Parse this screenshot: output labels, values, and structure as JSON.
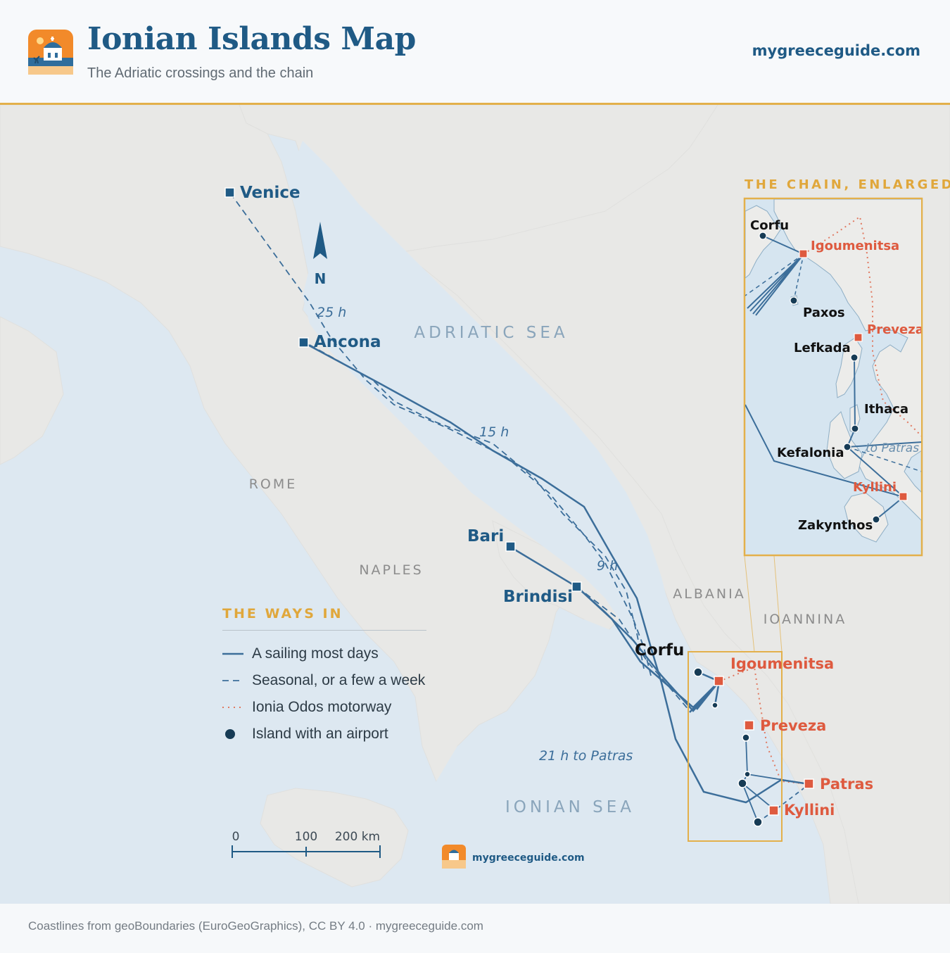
{
  "header": {
    "title": "Ionian Islands Map",
    "subtitle": "The Adriatic crossings and the chain",
    "site": "mygreeceguide.com"
  },
  "colors": {
    "title": "#1f5a85",
    "route": "#3c6e9a",
    "port_red": "#de5a3f",
    "accent": "#e0a73b",
    "sea": "#dde8f1",
    "land": "#e9e9e7"
  },
  "map": {
    "compass_label": "N",
    "seas": {
      "adriatic": "ADRIATIC SEA",
      "ionian": "IONIAN SEA"
    },
    "regions": {
      "rome": "ROME",
      "naples": "NAPLES",
      "albania": "ALBANIA",
      "ioannina": "IOANNINA"
    },
    "ports_italy": {
      "venice": "Venice",
      "ancona": "Ancona",
      "bari": "Bari",
      "brindisi": "Brindisi"
    },
    "ports_greece": {
      "igoumenitsa": "Igoumenitsa",
      "preveza": "Preveza",
      "patras": "Patras",
      "kyllini": "Kyllini"
    },
    "islands": {
      "corfu": "Corfu"
    },
    "durations": {
      "venice": "25 h",
      "ancona": "15 h",
      "south": "9 h",
      "patras": "21 h to Patras"
    },
    "watermark": "mygreeceguide.com",
    "scale": {
      "zero": "0",
      "mid": "100",
      "end": "200 km"
    }
  },
  "inset": {
    "title": "THE CHAIN, ENLARGED",
    "islands": {
      "corfu": "Corfu",
      "paxos": "Paxos",
      "lefkada": "Lefkada",
      "ithaca": "Ithaca",
      "kefalonia": "Kefalonia",
      "zakynthos": "Zakynthos"
    },
    "ports": {
      "igoumenitsa": "Igoumenitsa",
      "preveza": "Preveza",
      "kyllini": "Kyllini"
    },
    "to_patras": "to Patras"
  },
  "legend": {
    "title": "THE WAYS IN",
    "items": [
      {
        "icon": "solid-line",
        "label": "A sailing most days"
      },
      {
        "icon": "dashed-line",
        "label": "Seasonal, or a few a week"
      },
      {
        "icon": "dotted-line",
        "label": "Ionia Odos motorway"
      },
      {
        "icon": "dot",
        "label": "Island with an airport"
      }
    ]
  },
  "footer": {
    "credit": "Coastlines from geoBoundaries (EuroGeoGraphics), CC BY 4.0 · mygreeceguide.com"
  }
}
